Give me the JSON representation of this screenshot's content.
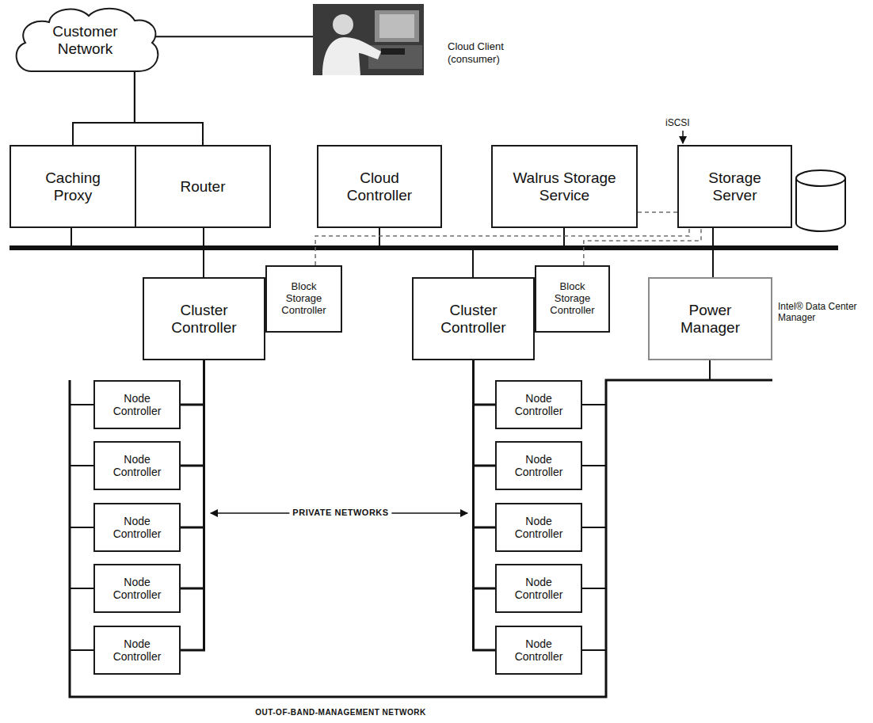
{
  "diagram": {
    "nodes": [
      {
        "text": [
          "Customer Network"
        ]
      },
      {
        "text": [
          "Cloud Client (consumer)"
        ]
      },
      {
        "text": [
          "Caching Proxy"
        ]
      },
      {
        "text": [
          "Router"
        ]
      },
      {
        "text": [
          "Cloud Controller"
        ]
      },
      {
        "text": [
          "Walrus Storage Service"
        ]
      },
      {
        "text": [
          "Storage Server"
        ]
      },
      {
        "text": [
          "Cluster Controller"
        ]
      },
      {
        "text": [
          "Block Storage Controller"
        ]
      },
      {
        "text": [
          "Cluster Controller"
        ]
      },
      {
        "text": [
          "Block Storage Controller"
        ]
      },
      {
        "text": [
          "Power Manager"
        ]
      },
      {
        "text": [
          "Node Controller"
        ]
      },
      {
        "text": [
          "Node Controller"
        ]
      },
      {
        "text": [
          "Node Controller"
        ]
      },
      {
        "text": [
          "Node Controller"
        ]
      },
      {
        "text": [
          "Node Controller"
        ]
      },
      {
        "text": [
          "Node Controller"
        ]
      },
      {
        "text": [
          "Node Controller"
        ]
      },
      {
        "text": [
          "Node Controller"
        ]
      },
      {
        "text": [
          "Node Controller"
        ]
      },
      {
        "text": [
          "Node Controller"
        ]
      }
    ],
    "edges": [
      {
        "from": 0,
        "to": 1,
        "arrow": "none"
      },
      {
        "from": 0,
        "to": 2,
        "arrow": "none"
      },
      {
        "from": 0,
        "to": 3,
        "arrow": "none"
      },
      {
        "from": 5,
        "to": 6,
        "arrow": "none"
      },
      {
        "from": 8,
        "to": 6,
        "arrow": "none"
      },
      {
        "from": 10,
        "to": 6,
        "arrow": "none"
      },
      {
        "from": 7,
        "to": 12,
        "arrow": "none"
      },
      {
        "from": 7,
        "to": 13,
        "arrow": "none"
      },
      {
        "from": 7,
        "to": 14,
        "arrow": "none"
      },
      {
        "from": 7,
        "to": 15,
        "arrow": "none"
      },
      {
        "from": 7,
        "to": 16,
        "arrow": "none"
      },
      {
        "from": 9,
        "to": 17,
        "arrow": "none"
      },
      {
        "from": 9,
        "to": 18,
        "arrow": "none"
      },
      {
        "from": 9,
        "to": 19,
        "arrow": "none"
      },
      {
        "from": 9,
        "to": 20,
        "arrow": "none"
      },
      {
        "from": 9,
        "to": 21,
        "arrow": "none"
      }
    ],
    "labels": [
      "iSCSI",
      "Intel® Data Center Manager",
      "PRIVATE NETWORKS",
      "OUT-OF-BAND-MANAGEMENT NETWORK"
    ]
  }
}
